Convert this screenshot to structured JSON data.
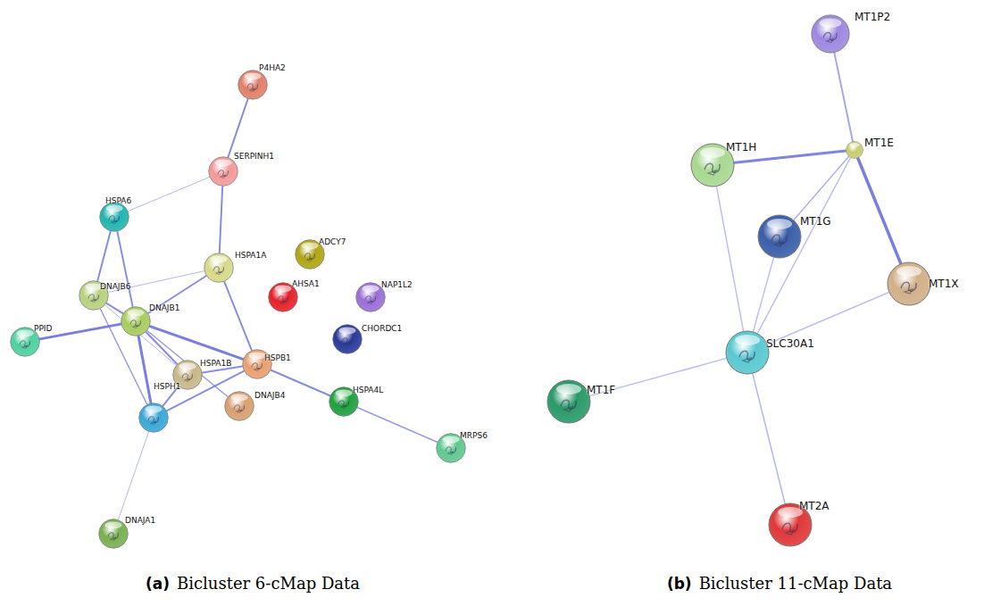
{
  "diagram": {
    "nodes": [
      {
        "text": [
          "P4HA2"
        ]
      },
      {
        "text": [
          "SERPINH1"
        ]
      },
      {
        "text": [
          "HSPA6"
        ]
      },
      {
        "text": [
          "HSPA1A"
        ]
      },
      {
        "text": [
          "ADCY7"
        ]
      },
      {
        "text": [
          "AHSA1"
        ]
      },
      {
        "text": [
          "NAP1L2"
        ]
      },
      {
        "text": [
          "CHORDC1"
        ]
      },
      {
        "text": [
          "DNAJB6"
        ]
      },
      {
        "text": [
          "DNAJB1"
        ]
      },
      {
        "text": [
          "PPID"
        ]
      },
      {
        "text": [
          "HSPA1B"
        ]
      },
      {
        "text": [
          "HSPB1"
        ]
      },
      {
        "text": [
          "DNAJB4"
        ]
      },
      {
        "text": [
          "HSPH1"
        ]
      },
      {
        "text": [
          "HSPA4L"
        ]
      },
      {
        "text": [
          "MRPS6"
        ]
      },
      {
        "text": [
          "DNAJA1"
        ]
      },
      {
        "text": [
          "MT1P2"
        ]
      },
      {
        "text": [
          "MT1H"
        ]
      },
      {
        "text": [
          "MT1E"
        ]
      },
      {
        "text": [
          "MT1G"
        ]
      },
      {
        "text": [
          "MT1X"
        ]
      },
      {
        "text": [
          "SLC30A1"
        ]
      },
      {
        "text": [
          "MT1F"
        ]
      },
      {
        "text": [
          "MT2A"
        ]
      }
    ],
    "edges": [
      {
        "from": 0,
        "to": 1,
        "arrow": "none"
      },
      {
        "from": 1,
        "to": 2,
        "arrow": "none"
      },
      {
        "from": 1,
        "to": 3,
        "arrow": "none"
      },
      {
        "from": 2,
        "to": 8,
        "arrow": "none"
      },
      {
        "from": 2,
        "to": 9,
        "arrow": "none"
      },
      {
        "from": 3,
        "to": 8,
        "arrow": "none"
      },
      {
        "from": 3,
        "to": 9,
        "arrow": "none"
      },
      {
        "from": 3,
        "to": 12,
        "arrow": "none"
      },
      {
        "from": 8,
        "to": 9,
        "arrow": "none"
      },
      {
        "from": 8,
        "to": 14,
        "arrow": "none"
      },
      {
        "from": 8,
        "to": 11,
        "arrow": "none"
      },
      {
        "from": 10,
        "to": 9,
        "arrow": "none"
      },
      {
        "from": 9,
        "to": 11,
        "arrow": "none"
      },
      {
        "from": 9,
        "to": 12,
        "arrow": "none"
      },
      {
        "from": 9,
        "to": 14,
        "arrow": "none"
      },
      {
        "from": 9,
        "to": 13,
        "arrow": "none"
      },
      {
        "from": 11,
        "to": 12,
        "arrow": "none"
      },
      {
        "from": 11,
        "to": 14,
        "arrow": "none"
      },
      {
        "from": 14,
        "to": 12,
        "arrow": "none"
      },
      {
        "from": 14,
        "to": 17,
        "arrow": "none"
      },
      {
        "from": 12,
        "to": 15,
        "arrow": "none"
      },
      {
        "from": 15,
        "to": 16,
        "arrow": "none"
      },
      {
        "from": 18,
        "to": 20,
        "arrow": "none"
      },
      {
        "from": 19,
        "to": 20,
        "arrow": "none"
      },
      {
        "from": 19,
        "to": 23,
        "arrow": "none"
      },
      {
        "from": 20,
        "to": 21,
        "arrow": "none"
      },
      {
        "from": 20,
        "to": 23,
        "arrow": "none"
      },
      {
        "from": 20,
        "to": 22,
        "arrow": "none"
      },
      {
        "from": 21,
        "to": 23,
        "arrow": "none"
      },
      {
        "from": 23,
        "to": 22,
        "arrow": "none"
      },
      {
        "from": 23,
        "to": 24,
        "arrow": "none"
      },
      {
        "from": 23,
        "to": 25,
        "arrow": "none"
      }
    ],
    "labels": [
      "(a)",
      "Bicluster 6-cMap Data",
      "(b)",
      "Bicluster 11-cMap Data"
    ]
  }
}
